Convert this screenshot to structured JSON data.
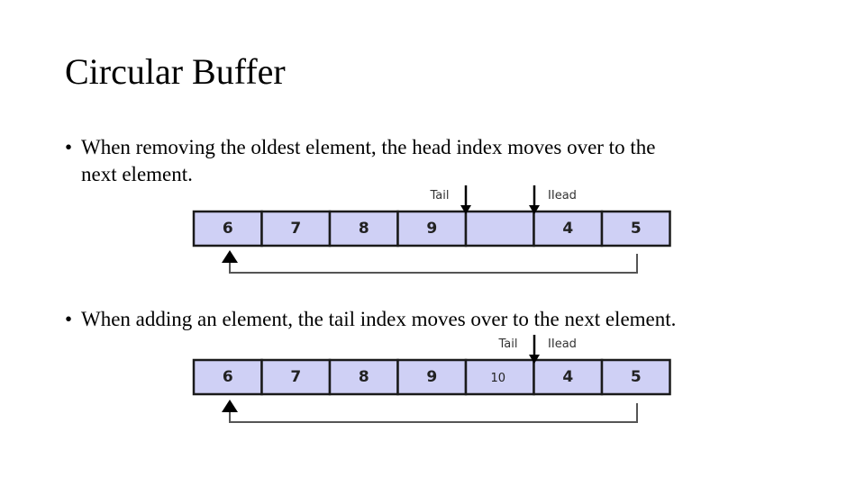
{
  "slide": {
    "title": "Circular Buffer",
    "bullets": [
      {
        "marker": "•",
        "line1": "When removing the oldest element, the head index moves over to the",
        "line2": "next element."
      },
      {
        "marker": "•",
        "line1": "When adding an element, the tail index moves over to the next element."
      }
    ]
  },
  "diagrams": [
    {
      "cells": [
        "6",
        "7",
        "8",
        "9",
        "",
        "4",
        "5"
      ],
      "tail_label": "Tail",
      "head_label": "IIead"
    },
    {
      "cells": [
        "6",
        "7",
        "8",
        "9",
        "10",
        "4",
        "5"
      ],
      "tail_label": "Tail",
      "head_label": "IIead"
    }
  ],
  "colors": {
    "cell_fill": "#cfd0f5",
    "cell_border": "#1a1a1a",
    "arrow": "#000000",
    "return_line": "#555555"
  }
}
